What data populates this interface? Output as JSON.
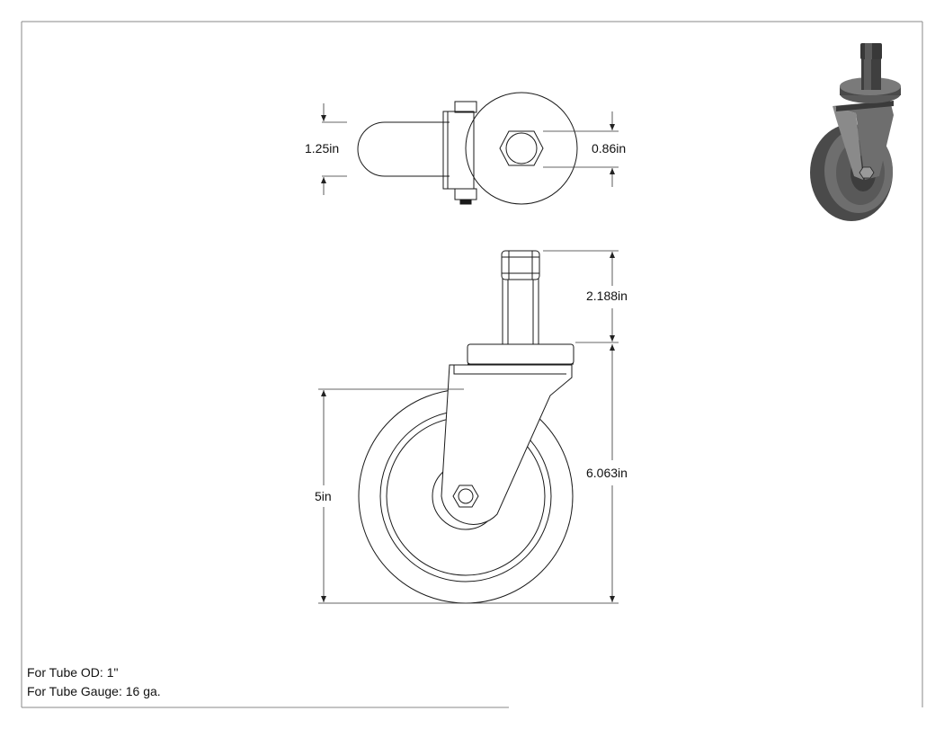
{
  "dimensions": {
    "stem_tube_width": "1.25in",
    "stem_hex_width": "0.86in",
    "stem_height": "2.188in",
    "overall_height": "6.063in",
    "wheel_diameter": "5in"
  },
  "notes": {
    "tube_od": "For Tube OD: 1\"",
    "tube_gauge": "For Tube Gauge: 16 ga."
  },
  "colors": {
    "line": "#1a1a1a",
    "dim_line": "#333333",
    "frame": "#8a8a8a",
    "iso_dark": "#4a4a4a",
    "iso_mid": "#6e6e6e",
    "iso_light": "#9a9a9a"
  }
}
